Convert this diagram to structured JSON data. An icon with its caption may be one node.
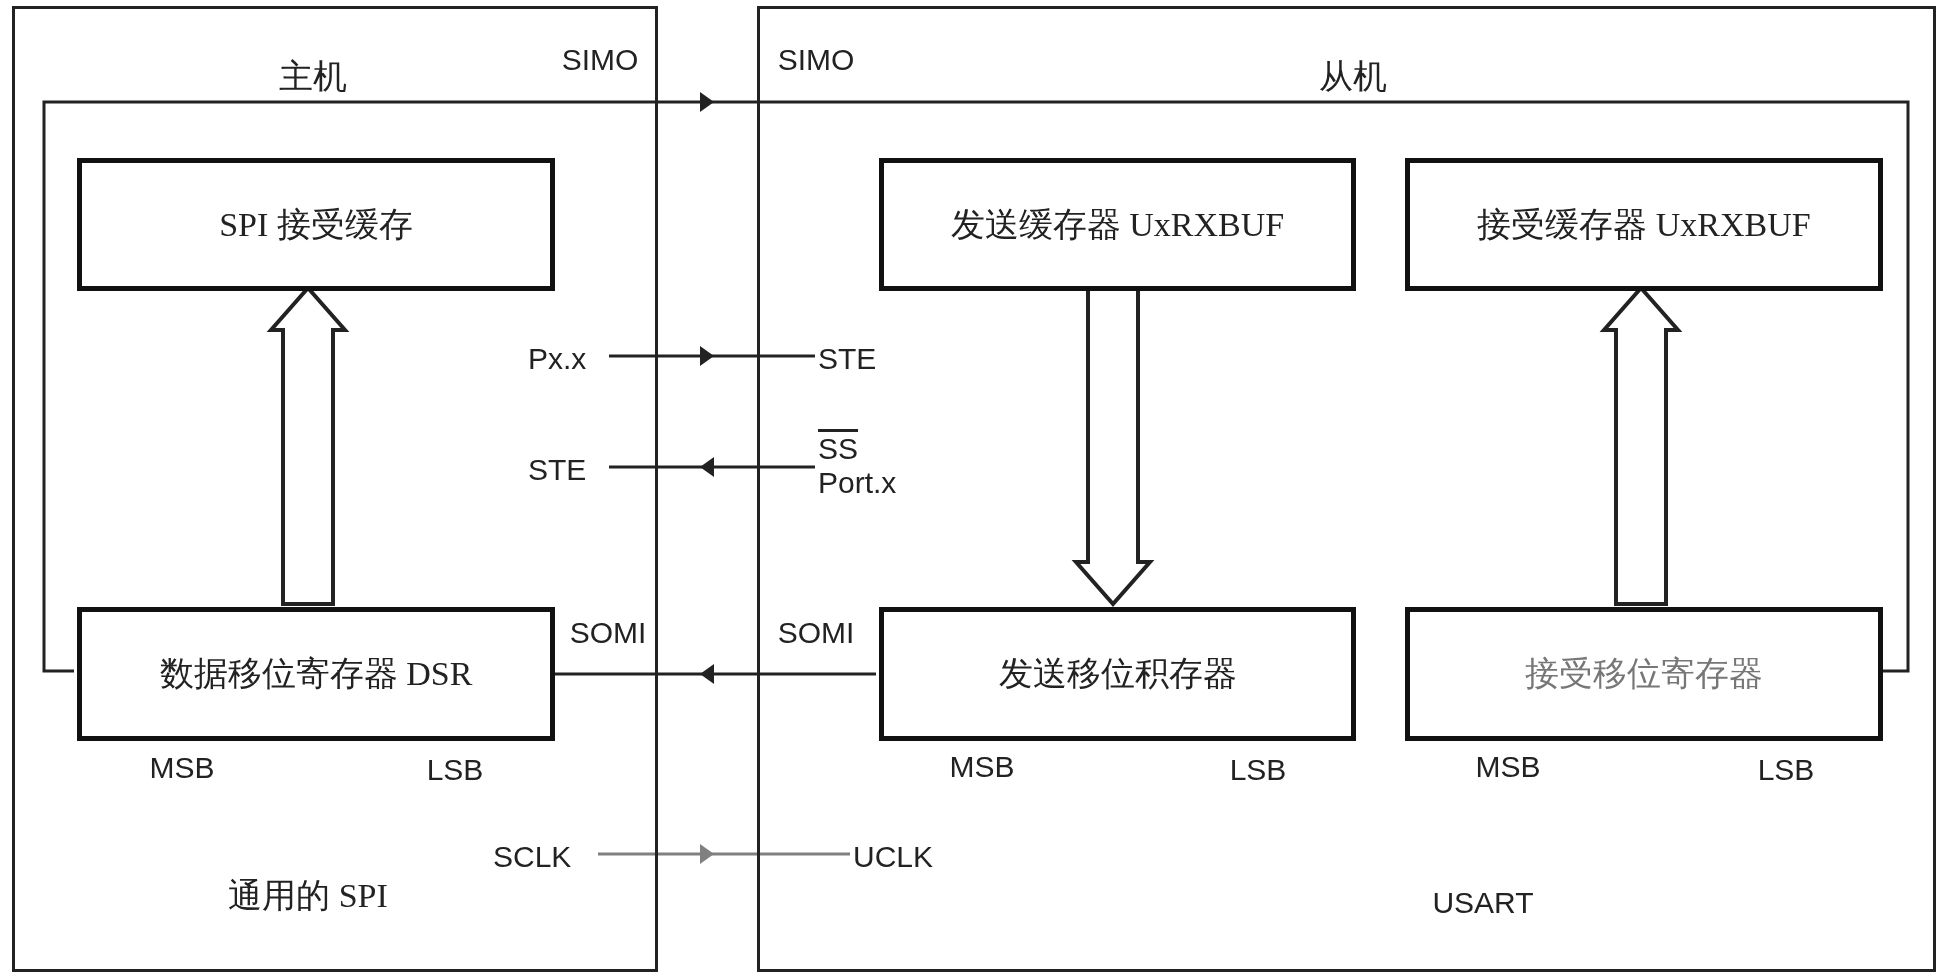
{
  "diagram": {
    "nodes": [
      {
        "text": [
          "主机",
          "通用的 SPI"
        ]
      },
      {
        "text": [
          "SPI 接受缓存"
        ],
        "in": 0
      },
      {
        "text": [
          "数据移位寄存器 DSR"
        ],
        "in": 0,
        "beside": [
          "MSB",
          "LSB"
        ]
      },
      {
        "text": [
          "Px.x"
        ],
        "in": 0
      },
      {
        "text": [
          "STE"
        ],
        "in": 0
      },
      {
        "text": [
          "SCLK"
        ],
        "in": 0
      },
      {
        "text": [
          "从机",
          "USART"
        ]
      },
      {
        "text": [
          "发送缓存器 UxRXBUF"
        ],
        "in": 6
      },
      {
        "text": [
          "接受缓存器 UxRXBUF"
        ],
        "in": 6
      },
      {
        "text": [
          "STE"
        ],
        "in": 6
      },
      {
        "text": [
          "SS",
          "Port.x"
        ],
        "in": 6
      },
      {
        "text": [
          "发送移位积存器"
        ],
        "in": 6,
        "beside": [
          "MSB",
          "LSB"
        ]
      },
      {
        "text": [
          "接受移位寄存器"
        ],
        "in": 6,
        "beside": [
          "MSB",
          "LSB"
        ]
      },
      {
        "text": [
          "UCLK"
        ],
        "in": 6
      }
    ],
    "edges": [
      {
        "from": 2,
        "to": 12,
        "arrow": "to"
      },
      {
        "from": 11,
        "to": 2,
        "arrow": "to"
      },
      {
        "from": 3,
        "to": 9,
        "arrow": "to"
      },
      {
        "from": 10,
        "to": 4,
        "arrow": "to"
      },
      {
        "from": 5,
        "to": 13,
        "arrow": "to",
        "color": "#808080"
      },
      {
        "from": 2,
        "to": 1,
        "arrow": "to",
        "style": "thick"
      },
      {
        "from": 7,
        "to": 11,
        "arrow": "to",
        "style": "thick"
      },
      {
        "from": 12,
        "to": 8,
        "arrow": "to",
        "style": "thick"
      }
    ],
    "labels": [
      "SIMO",
      "SIMO",
      "SOMI",
      "SOMI"
    ]
  }
}
